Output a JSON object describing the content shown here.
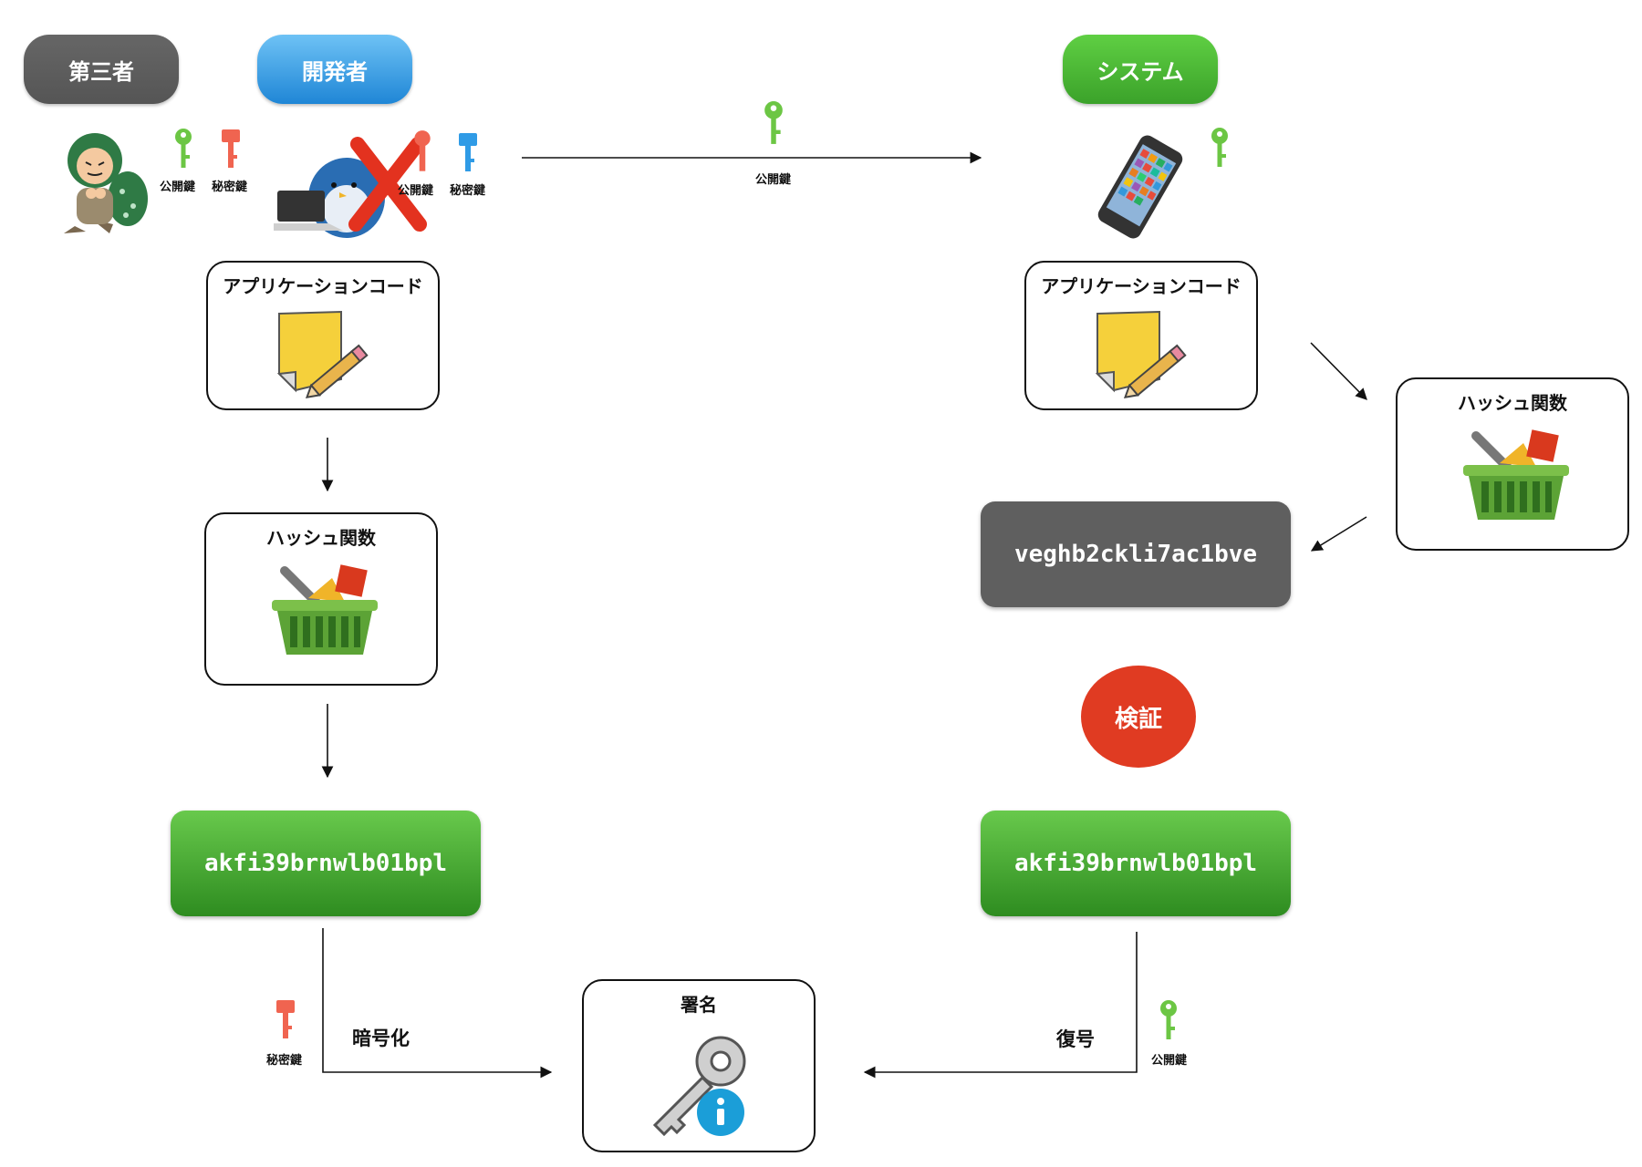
{
  "actors": {
    "third_party": "第三者",
    "developer": "開発者",
    "system": "システム"
  },
  "keys": {
    "public": "公開鍵",
    "private": "秘密鍵"
  },
  "boxes": {
    "app_code": "アプリケーションコード",
    "hash_function": "ハッシュ関数",
    "signature": "署名"
  },
  "hashes": {
    "developer_hash": "akfi39brnwlb01bpl",
    "system_decrypted_hash": "akfi39brnwlb01bpl",
    "system_computed_hash": "veghb2ckli7ac1bve"
  },
  "steps": {
    "encrypt": "暗号化",
    "decrypt": "復号",
    "verify": "検証"
  },
  "colors": {
    "public_key": "#6cc644",
    "private_key": "#f06450",
    "developer_key": "#2f9be6",
    "hash_green": "#3fa52d",
    "hash_gray": "#5f5f5f",
    "verify_red": "#e03b22"
  }
}
